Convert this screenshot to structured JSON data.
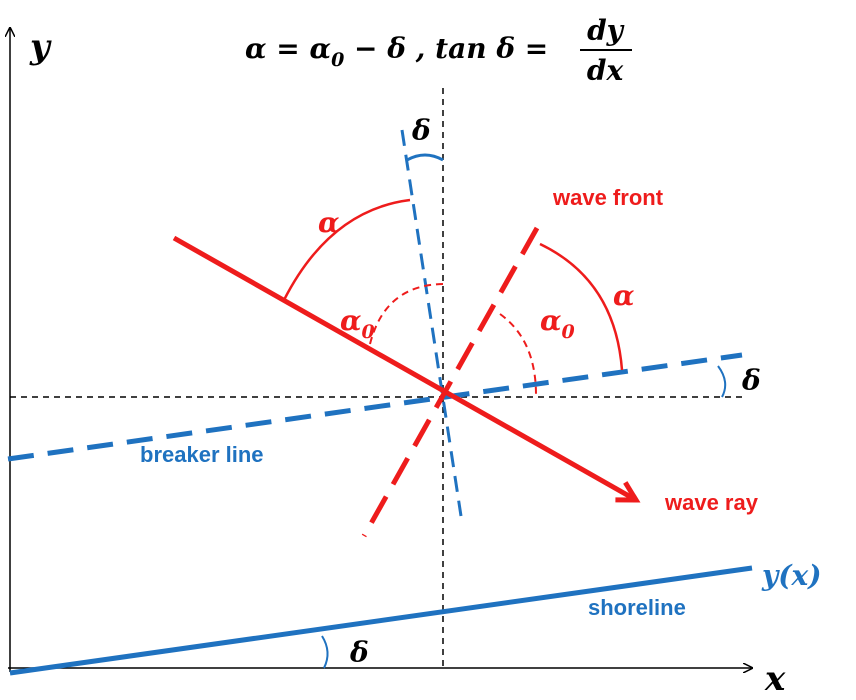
{
  "title": {
    "lhs": "α = α",
    "lhs_sub": "0",
    "mid": " − δ , tan δ = ",
    "num": "dy",
    "den": "dx"
  },
  "axes": {
    "x": "x",
    "y": "y"
  },
  "labels": {
    "shoreline": "shoreline",
    "y_of_x": "y(x)",
    "breaker_line": "breaker line",
    "wave_ray": "wave ray",
    "wave_front": "wave front",
    "alpha": "α",
    "alpha0": "α",
    "alpha0_sub": "0",
    "delta": "δ"
  },
  "colors": {
    "red": "#ee1c1c",
    "blue": "#1f72c0",
    "black": "#000000"
  }
}
